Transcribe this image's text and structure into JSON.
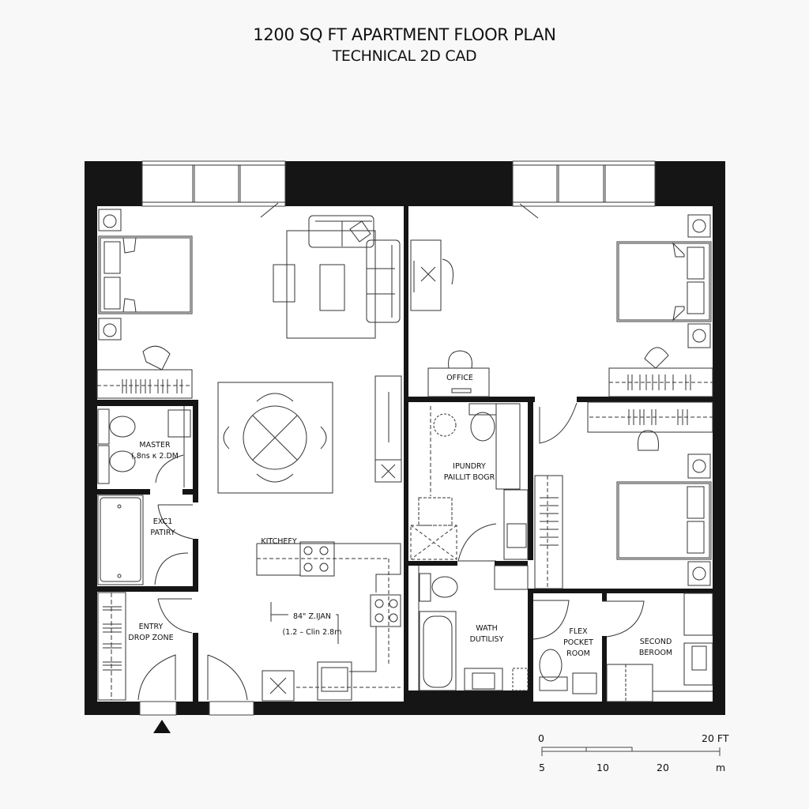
{
  "title": {
    "main": "1200 SQ FT APARTMENT FLOOR PLAN",
    "sub": "TECHNICAL 2D CAD"
  },
  "colors": {
    "wall": "#151515",
    "line": "#333333",
    "background": "#f8f8f8",
    "floor": "#ffffff"
  },
  "rooms": [
    {
      "id": "office",
      "lines": [
        "OFFICE"
      ]
    },
    {
      "id": "master-bath",
      "lines": [
        "MASTER",
        "(.8ns κ 2.DM"
      ]
    },
    {
      "id": "pantry",
      "lines": [
        "EXC1",
        "PATIRY"
      ]
    },
    {
      "id": "entry",
      "lines": [
        "ENTRY",
        "DROP ZONE"
      ]
    },
    {
      "id": "kitchen",
      "lines": [
        "KITCHEFY"
      ]
    },
    {
      "id": "kitchen-dim",
      "lines": [
        "84\" Z.IJAN",
        "(1.2 – Clin 2.8m"
      ]
    },
    {
      "id": "laundry",
      "lines": [
        "IPUNDRY",
        "PAILLIT BOGR"
      ]
    },
    {
      "id": "bath",
      "lines": [
        "WATH",
        "DUTILISY"
      ]
    },
    {
      "id": "flex",
      "lines": [
        "FLEX",
        "POCKET",
        "ROOM"
      ]
    },
    {
      "id": "second-bedroom",
      "lines": [
        "SECOND",
        "BEROOM"
      ]
    }
  ],
  "scale_bar": {
    "top_left": "0",
    "top_right": "20 FT",
    "bottom_ticks": [
      "5",
      "10",
      "20"
    ],
    "bottom_unit": "m"
  },
  "north_arrow": {
    "icon": "north-arrow-icon"
  }
}
